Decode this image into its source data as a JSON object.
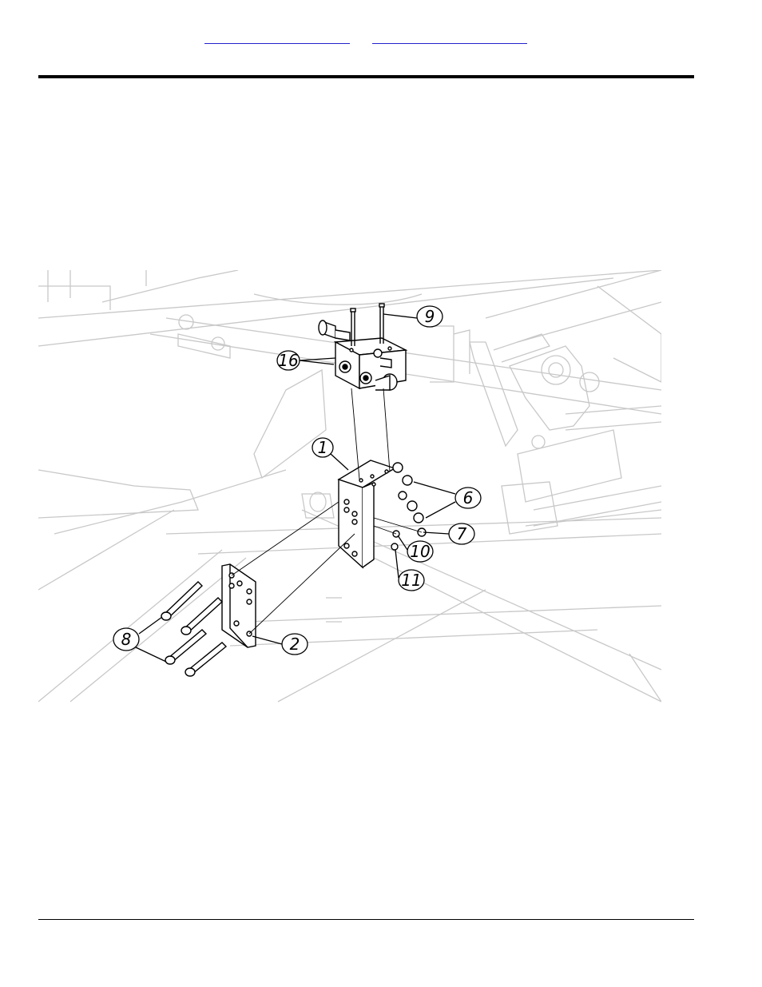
{
  "header": {
    "links": [
      "",
      ""
    ]
  },
  "figure": {
    "callouts": [
      {
        "id": "c16",
        "label": "16"
      },
      {
        "id": "c9",
        "label": "9"
      },
      {
        "id": "c1",
        "label": "1"
      },
      {
        "id": "c6",
        "label": "6"
      },
      {
        "id": "c7",
        "label": "7"
      },
      {
        "id": "c10",
        "label": "10"
      },
      {
        "id": "c11",
        "label": "11"
      },
      {
        "id": "c8",
        "label": "8"
      },
      {
        "id": "c2",
        "label": "2"
      }
    ]
  }
}
